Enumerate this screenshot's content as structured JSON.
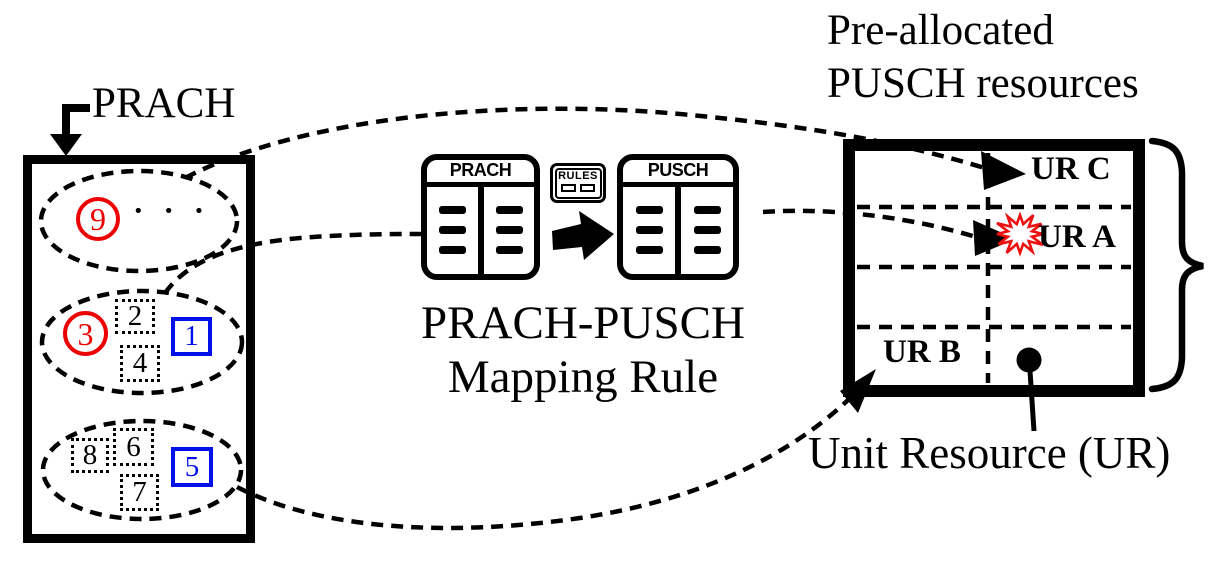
{
  "figure": {
    "prach_panel": {
      "label": "PRACH",
      "group1": {
        "circled": "9",
        "dots": "• • •"
      },
      "group2": {
        "circled": "3",
        "dotted_a": "2",
        "dotted_b": "4",
        "solid_blue": "1"
      },
      "group3": {
        "dotted_a": "8",
        "dotted_b": "6",
        "dotted_c": "7",
        "solid_blue": "5"
      }
    },
    "mapper": {
      "left_table_title": "PRACH",
      "rules_badge": "RULES",
      "right_table_title": "PUSCH",
      "caption_line1": "PRACH-PUSCH",
      "caption_line2": "Mapping Rule"
    },
    "pusch_panel": {
      "title_line1": "Pre-allocated",
      "title_line2": "PUSCH resources",
      "ur_c": "UR C",
      "ur_a": "UR A",
      "ur_b": "UR B",
      "note": "Unit Resource (UR)"
    },
    "colors": {
      "ink": "#000000",
      "accent_red": "#ec0000",
      "accent_blue": "#0010e8"
    }
  }
}
